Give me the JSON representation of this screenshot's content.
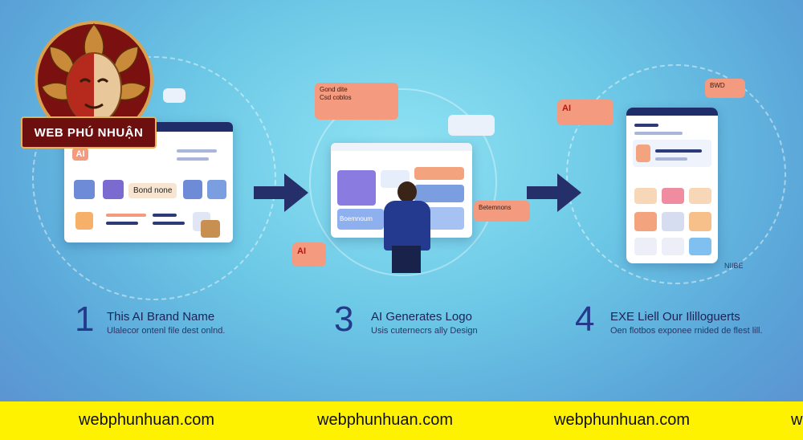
{
  "logo": {
    "text": "WEB PHÚ NHUẬN"
  },
  "panel1": {
    "ai_tag": "AI",
    "brand_chip": "Bond none"
  },
  "panel2": {
    "bubble_top": "Gond dite\nCsd coblos",
    "screen_text": "Boemnoum",
    "bubble_right": "Betemnons",
    "ai_tag": "AI"
  },
  "panel3": {
    "ai_tag": "AI",
    "bubble_top": "BWD",
    "tag_bottom": "NIIBE"
  },
  "steps": [
    {
      "num": "1",
      "title": "This AI Brand Name",
      "sub": "Ulalecor ontenl file dest onlnd."
    },
    {
      "num": "3",
      "title": "AI Generates Logo",
      "sub": "Usis cuternecrs ally Design"
    },
    {
      "num": "4",
      "title": "EXE Liell Our Ililloguerts",
      "sub": "Oen flotbos exponee rnided de flest lill."
    }
  ],
  "footer": {
    "links": [
      "webphunhuan.com",
      "webphunhuan.com",
      "webphunhuan.com",
      "w"
    ]
  },
  "colors": {
    "navy": "#243a8a",
    "coral": "#f49a7e",
    "footer": "#fff200"
  }
}
